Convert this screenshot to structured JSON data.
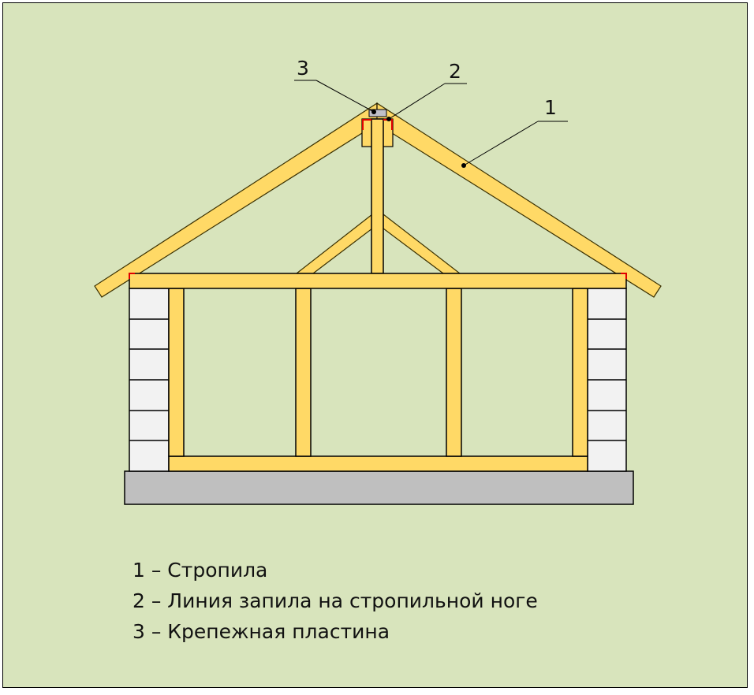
{
  "colors": {
    "background": "#d8e4bc",
    "timber": "#ffd966",
    "timber_stroke": "#3a3000",
    "brick": "#f2f2f2",
    "foundation": "#bfbfbf",
    "cut_line": "#e00000",
    "plate": "#c0c0c8",
    "outline": "#000000"
  },
  "callouts": [
    {
      "id": "1",
      "label": "1"
    },
    {
      "id": "2",
      "label": "2"
    },
    {
      "id": "3",
      "label": "3"
    }
  ],
  "legend": [
    {
      "text": "1 – Стропила"
    },
    {
      "text": "2 – Линия запила на стропильной ноге"
    },
    {
      "text": "3 – Крепежная пластина"
    }
  ],
  "diagram": {
    "title_hint": "Roof truss frame: rafters, king post, struts, top beam, wall studs, brick pillars, foundation",
    "brick_rows_per_pillar": 6,
    "wall_studs": 4
  }
}
